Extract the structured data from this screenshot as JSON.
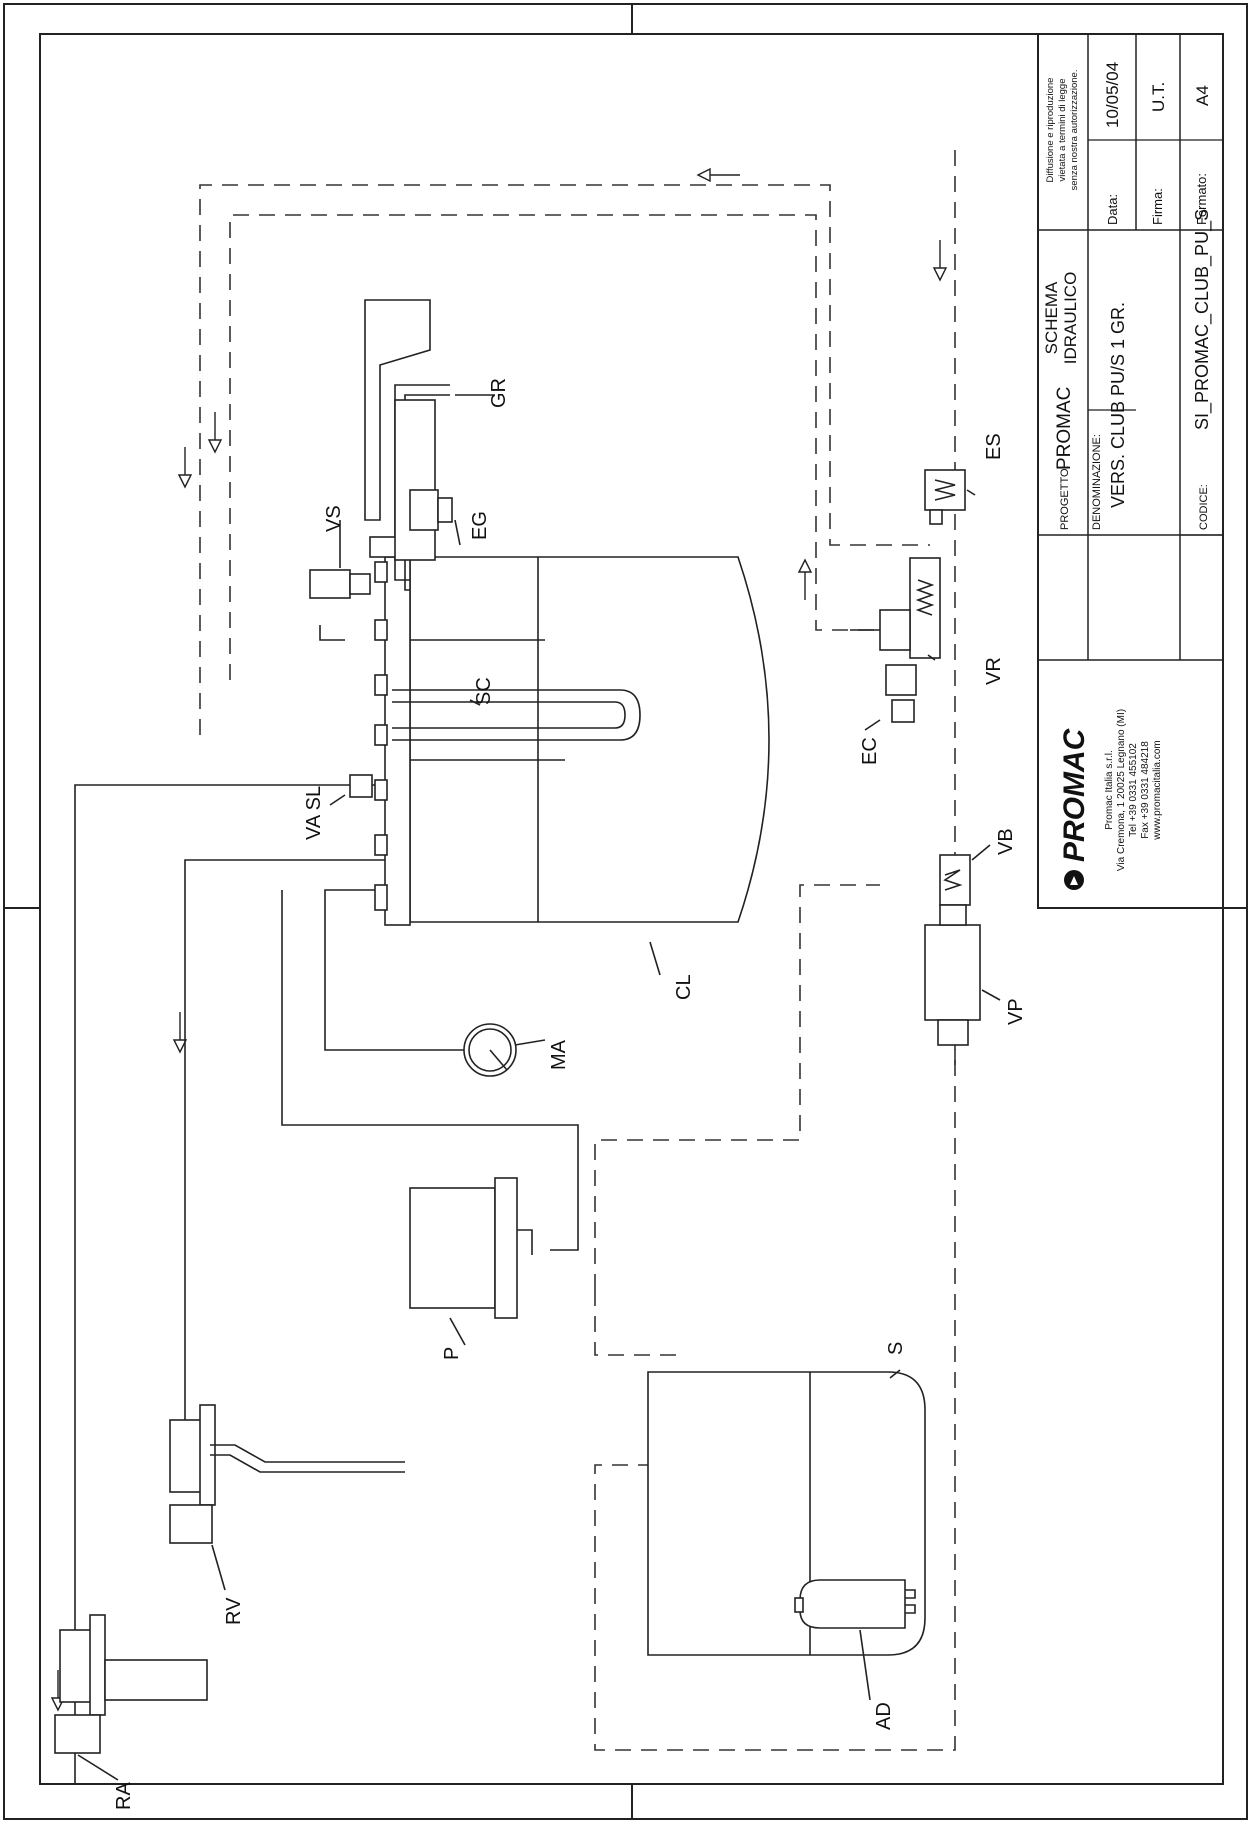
{
  "title_block": {
    "copyright_lines": [
      "Diffusione e riproduzione",
      "vietata a termini di legge",
      "senza nostra autorizzazione."
    ],
    "data_label": "Data:",
    "data_value": "10/05/04",
    "firma_label": "Firma:",
    "firma_value": "U.T.",
    "formato_label": "Formato:",
    "formato_value": "A4",
    "progetto_label": "PROGETTO:",
    "progetto_value": "PROMAC",
    "schema_lines": [
      "SCHEMA",
      "IDRAULICO"
    ],
    "denominazione_label": "DENOMINAZIONE:",
    "denominazione_value": "VERS.   CLUB PU/S 1 GR.",
    "codice_label": "CODICE:",
    "codice_value": "SI_PROMAC_CLUB_PU_S",
    "logo_text": "PROMAC",
    "address_lines": [
      "Promac Italia s.r.l.",
      "Via Cremona, 1 20025 Legnano (MI)",
      "Tel +39 0331 455102",
      "Fax +39 0331 484218",
      "www.promacitalia.com"
    ]
  },
  "labels": {
    "gr": "GR",
    "eg": "EG",
    "vs": "VS",
    "sc": "SC",
    "va_sl": "VA SL",
    "cl": "CL",
    "ma": "MA",
    "p": "P",
    "s": "S",
    "ad": "AD",
    "rv": "RV",
    "ra": "RA",
    "ec": "EC",
    "vr": "VR",
    "es": "ES",
    "vb": "VB",
    "vp": "VP"
  }
}
